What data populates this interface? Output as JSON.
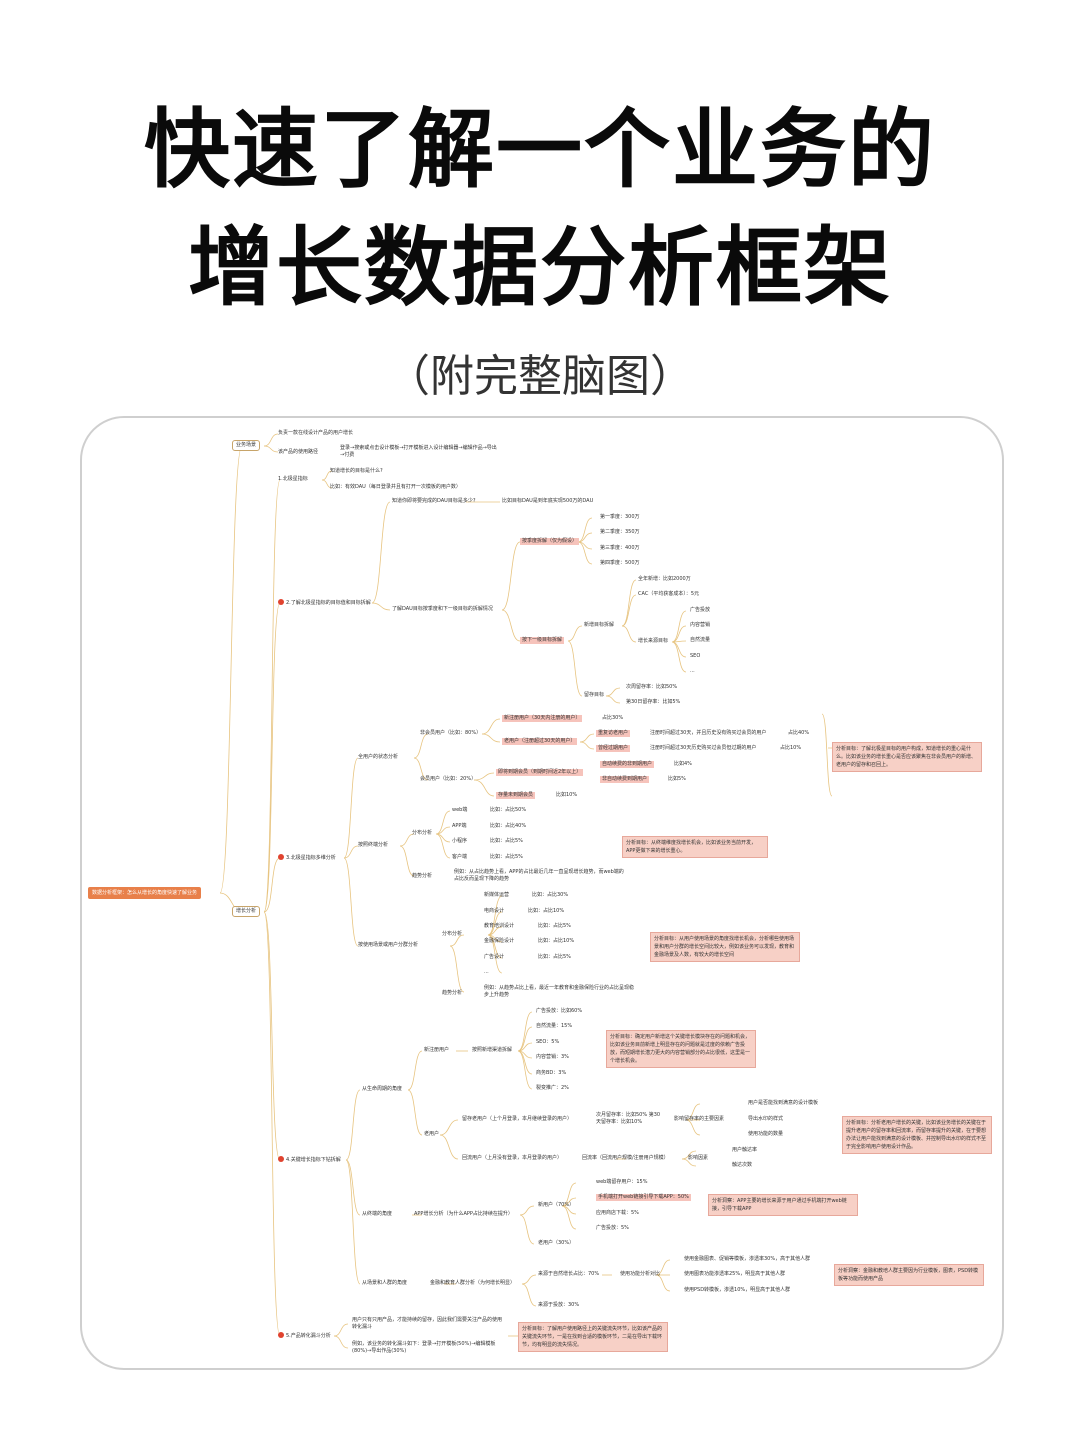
{
  "title_line1": "快速了解一个业务的",
  "title_line2": "增长数据分析框架",
  "subtitle": "（附完整脑图）",
  "mindmap": {
    "root": "数据分析框架：怎么从增长的角度快速了解业务",
    "l1": {
      "overview": "业务场景",
      "growth": "增长分析"
    },
    "overview_items": {
      "a": "负责一款在线设计产品的用户增长",
      "b": "该产品的使用路径",
      "b_detail": "登录→搜索或点击设计模板→打开模板进入设计编辑器→编辑作品→导出→付费"
    },
    "s1": {
      "label": "1.北极星指标",
      "q": "知道增长的目标是什么?",
      "eg": "比如：有效DAU（每日登录并且有打开一次模板的用户数）"
    },
    "s2": {
      "label": "2.了解北极星指标的目标值和目标拆解",
      "q1": "知道你即将要完成的DAU目标是多少?",
      "q1a": "比如目标DAU是到年底实现500万的DAU",
      "q2": "了解DAU目标按季度和下一级目标的拆解情况",
      "quarter": "按季度拆解（仅为假设）",
      "quarters": [
        "第一季度：300万",
        "第二季度：350万",
        "第三季度：400万",
        "第四季度：500万"
      ],
      "next": "按下一级目标拆解",
      "newuser": "新增目标拆解",
      "nu_total": "全年新增：比如2000万",
      "nu_cac": "CAC（平均获客成本）：5元",
      "nu_src": "增长来源目标",
      "channels": [
        "广告投放",
        "内容营销",
        "自然流量",
        "SEO",
        "..."
      ],
      "retain": "留存目标",
      "retain_items": [
        "次周留存率：比如50%",
        "第30日留存率：比如5%"
      ]
    },
    "s3": {
      "label": "3.北极星指标多维分析",
      "status": "全用户的状态分析",
      "nonmember": "非会员用户（比如：80%）",
      "new_user": "新注册用户（30天内注册的用户）",
      "new_user_r": "占比30%",
      "old_user": "老用户（注册超过30天的用户）",
      "revisit": "重复访老用户",
      "revisit_d": "注册时间超过30天，并且历史没有购买过会员的用户",
      "revisit_r": "占比40%",
      "lapsed": "曾经过期用户",
      "lapsed_d": "注册时间超过30天历史购买过会员但过期的用户",
      "lapsed_r": "占比10%",
      "member": "会员用户（比如：20%）",
      "renew": "自动续费的非到期用户",
      "renew_r": "比如4%",
      "nonrenew": "非自动续费到期用户",
      "nonrenew_r": "比如5%",
      "mem_pay": "即将到期会员（到期时间近2年以上）",
      "mem_new": "存量未到期会员",
      "mem_new_r": "比如10%",
      "status_box": "分析目标：了解北极星目标的用户构成，知道增长的重心是什么。比如该业务的增长重心是否应该聚焦在非会员用户的新增、老用户的留存和召回上。",
      "terminal": "按照终端分析",
      "dist": "分布分析",
      "terms": [
        "web端",
        "APP端",
        "小程序",
        "客户端"
      ],
      "term_r": [
        "比如：占比50%",
        "比如：占比40%",
        "比如：占比5%",
        "比如：占比5%"
      ],
      "trend": "趋势分析",
      "trend_d": "例如：从占比趋势上看，APP的占比最近几年一直呈现增长趋势，而web端的占比反而呈现下降的趋势",
      "terminal_box": "分析目标：从终端维度找增长机会，比如该业务当前开发，APP更做下来的增长重心。",
      "scene": "按使用场景或用户分群分析",
      "scene_dist": "分布分析",
      "scenes": [
        "新媒体运营",
        "电商设计",
        "教育培训设计",
        "金融保险设计",
        "广告设计",
        "..."
      ],
      "scene_r": [
        "比如：占比30%",
        "比如：占比10%",
        "比如：占比5%",
        "比如：占比10%",
        "比如：占比5%"
      ],
      "scene_trend": "趋势分析",
      "scene_trend_d": "例如：从趋势占比上看，最近一年教育和金融保险行业的占比呈现稳步上升趋势",
      "scene_box": "分析目标：从用户使用场景的角度找增长机会，分析哪些使用场景和用户分群的增长空间比较大，例如该业务可以发现，教育和金融场景及人数，有较大的增长空间"
    },
    "s4": {
      "label": "4.关键增长指标下钻拆解",
      "lifecycle": "从生命周期的角度",
      "new": "新注册用户",
      "new_src": "按照新增渠道拆解",
      "src_items": [
        "广告投放：比如60%",
        "自然流量：15%",
        "SEO：5%",
        "内容营销：3%",
        "商务BD：3%",
        "裂变推广：2%"
      ],
      "new_box": "分析目标：确定用户新增这个关键增长模块存在的问题和机会，比如该业务目前新增上明显存在的问题就是过度的依赖广告投放，而短期增长潜力更大的内容营销部分的占比很低，这里是一个增长机会。",
      "old": "老用户",
      "old_retain": "留存老用户（上个月登录，本月继续登录的用户）",
      "old_retain_r": "次月留存率：比如50%\n第30天留存率：比如10%",
      "old_factor": "影响留存率的主要因素",
      "old_factors": [
        "用户是否能找到满意的设计模板",
        "导出水印的样式",
        "使用功能的数量"
      ],
      "old_recall": "回流用户（上月没有登录，本月登录的用户）",
      "old_recall_r": "回流率（回流用户规模/注册用户规模）",
      "old_recall_f": "影响因素",
      "old_recall_fs": [
        "用户触达率",
        "触达次数"
      ],
      "old_box": "分析目标：分析老用户增长的关键，比如该业务增长的关键在于提升老用户的留存率和回流率，而留存率提升的关键，在于要想办法让用户能找到满意的设计模板、并控制导出水印的样式不至于完全影响用户使用设计作品。",
      "terminal": "从终端的角度",
      "app": "APP增长分析（为什么APP占比持续在提升）",
      "app_new": "新用户（70%）",
      "app_items": [
        "web端留存用户：15%",
        "手机端打开web链接引导下载APP：50%",
        "应用商店下载：5%",
        "广告投放：5%"
      ],
      "app_old": "老用户（30%）",
      "app_box": "分析洞察：APP主要的增长来源于用户通过手机端打开web链接，引导下载APP",
      "group": "从场景和人群的角度",
      "finance": "金融和教育人群分析（为何增长明显）",
      "fin_src": "来源于自然增长占比：70%",
      "fin_func": "使用功能分析对比",
      "fin_funcs": [
        "使用金融图表、促销等模板，渗透率30%，高于其他人群",
        "使用图表功能渗透率25%，明显高于其他人群",
        "使用PSD转模板，渗透10%，明显高于其他人群"
      ],
      "fin_ad": "来源于投放：30%",
      "fin_box": "分析洞察：金融和教培人群主要因为行业模板，图表，PSD转模板等功能而使用产品"
    },
    "s5": {
      "label": "5.产品转化漏斗分析",
      "a": "用户只有只用产品，才能持续的留存，因此我们需要关注产品的使用转化漏斗",
      "b": "例如，该业务的转化漏斗如下：登录→打开模板(50%)→编辑模板(80%)→导出作品(30%)",
      "box": "分析目标：了解用户使用路径上的关键流失环节，比如该产品的关键流失环节，一是在找到合适的模板环节，二是在导出下载环节，均有明显的流失情况。"
    }
  }
}
